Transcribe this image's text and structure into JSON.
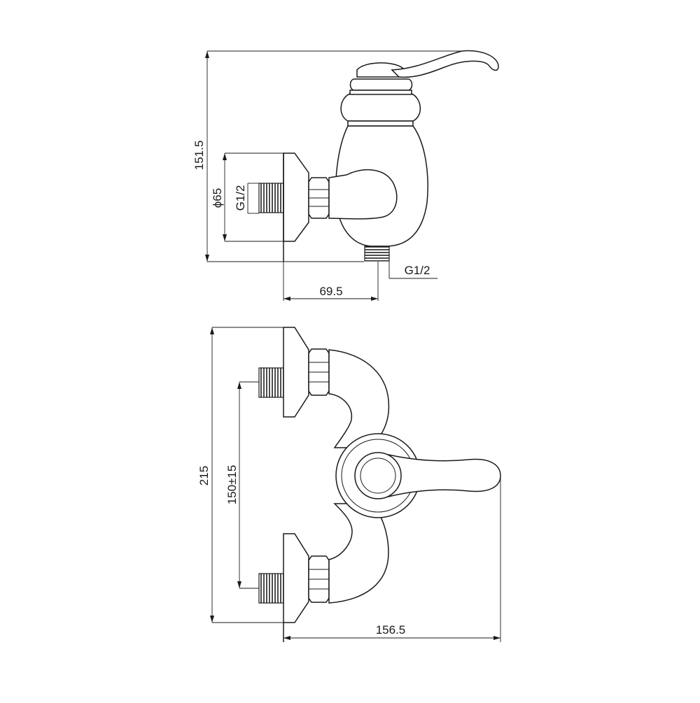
{
  "dimensions": {
    "side_height": "151.5",
    "flange_diameter": "ϕ65",
    "inlet_thread": "G1/2",
    "outlet_thread": "G1/2",
    "outlet_offset": "69.5",
    "front_height": "215",
    "inlet_spacing": "150±15",
    "front_width": "156.5"
  }
}
